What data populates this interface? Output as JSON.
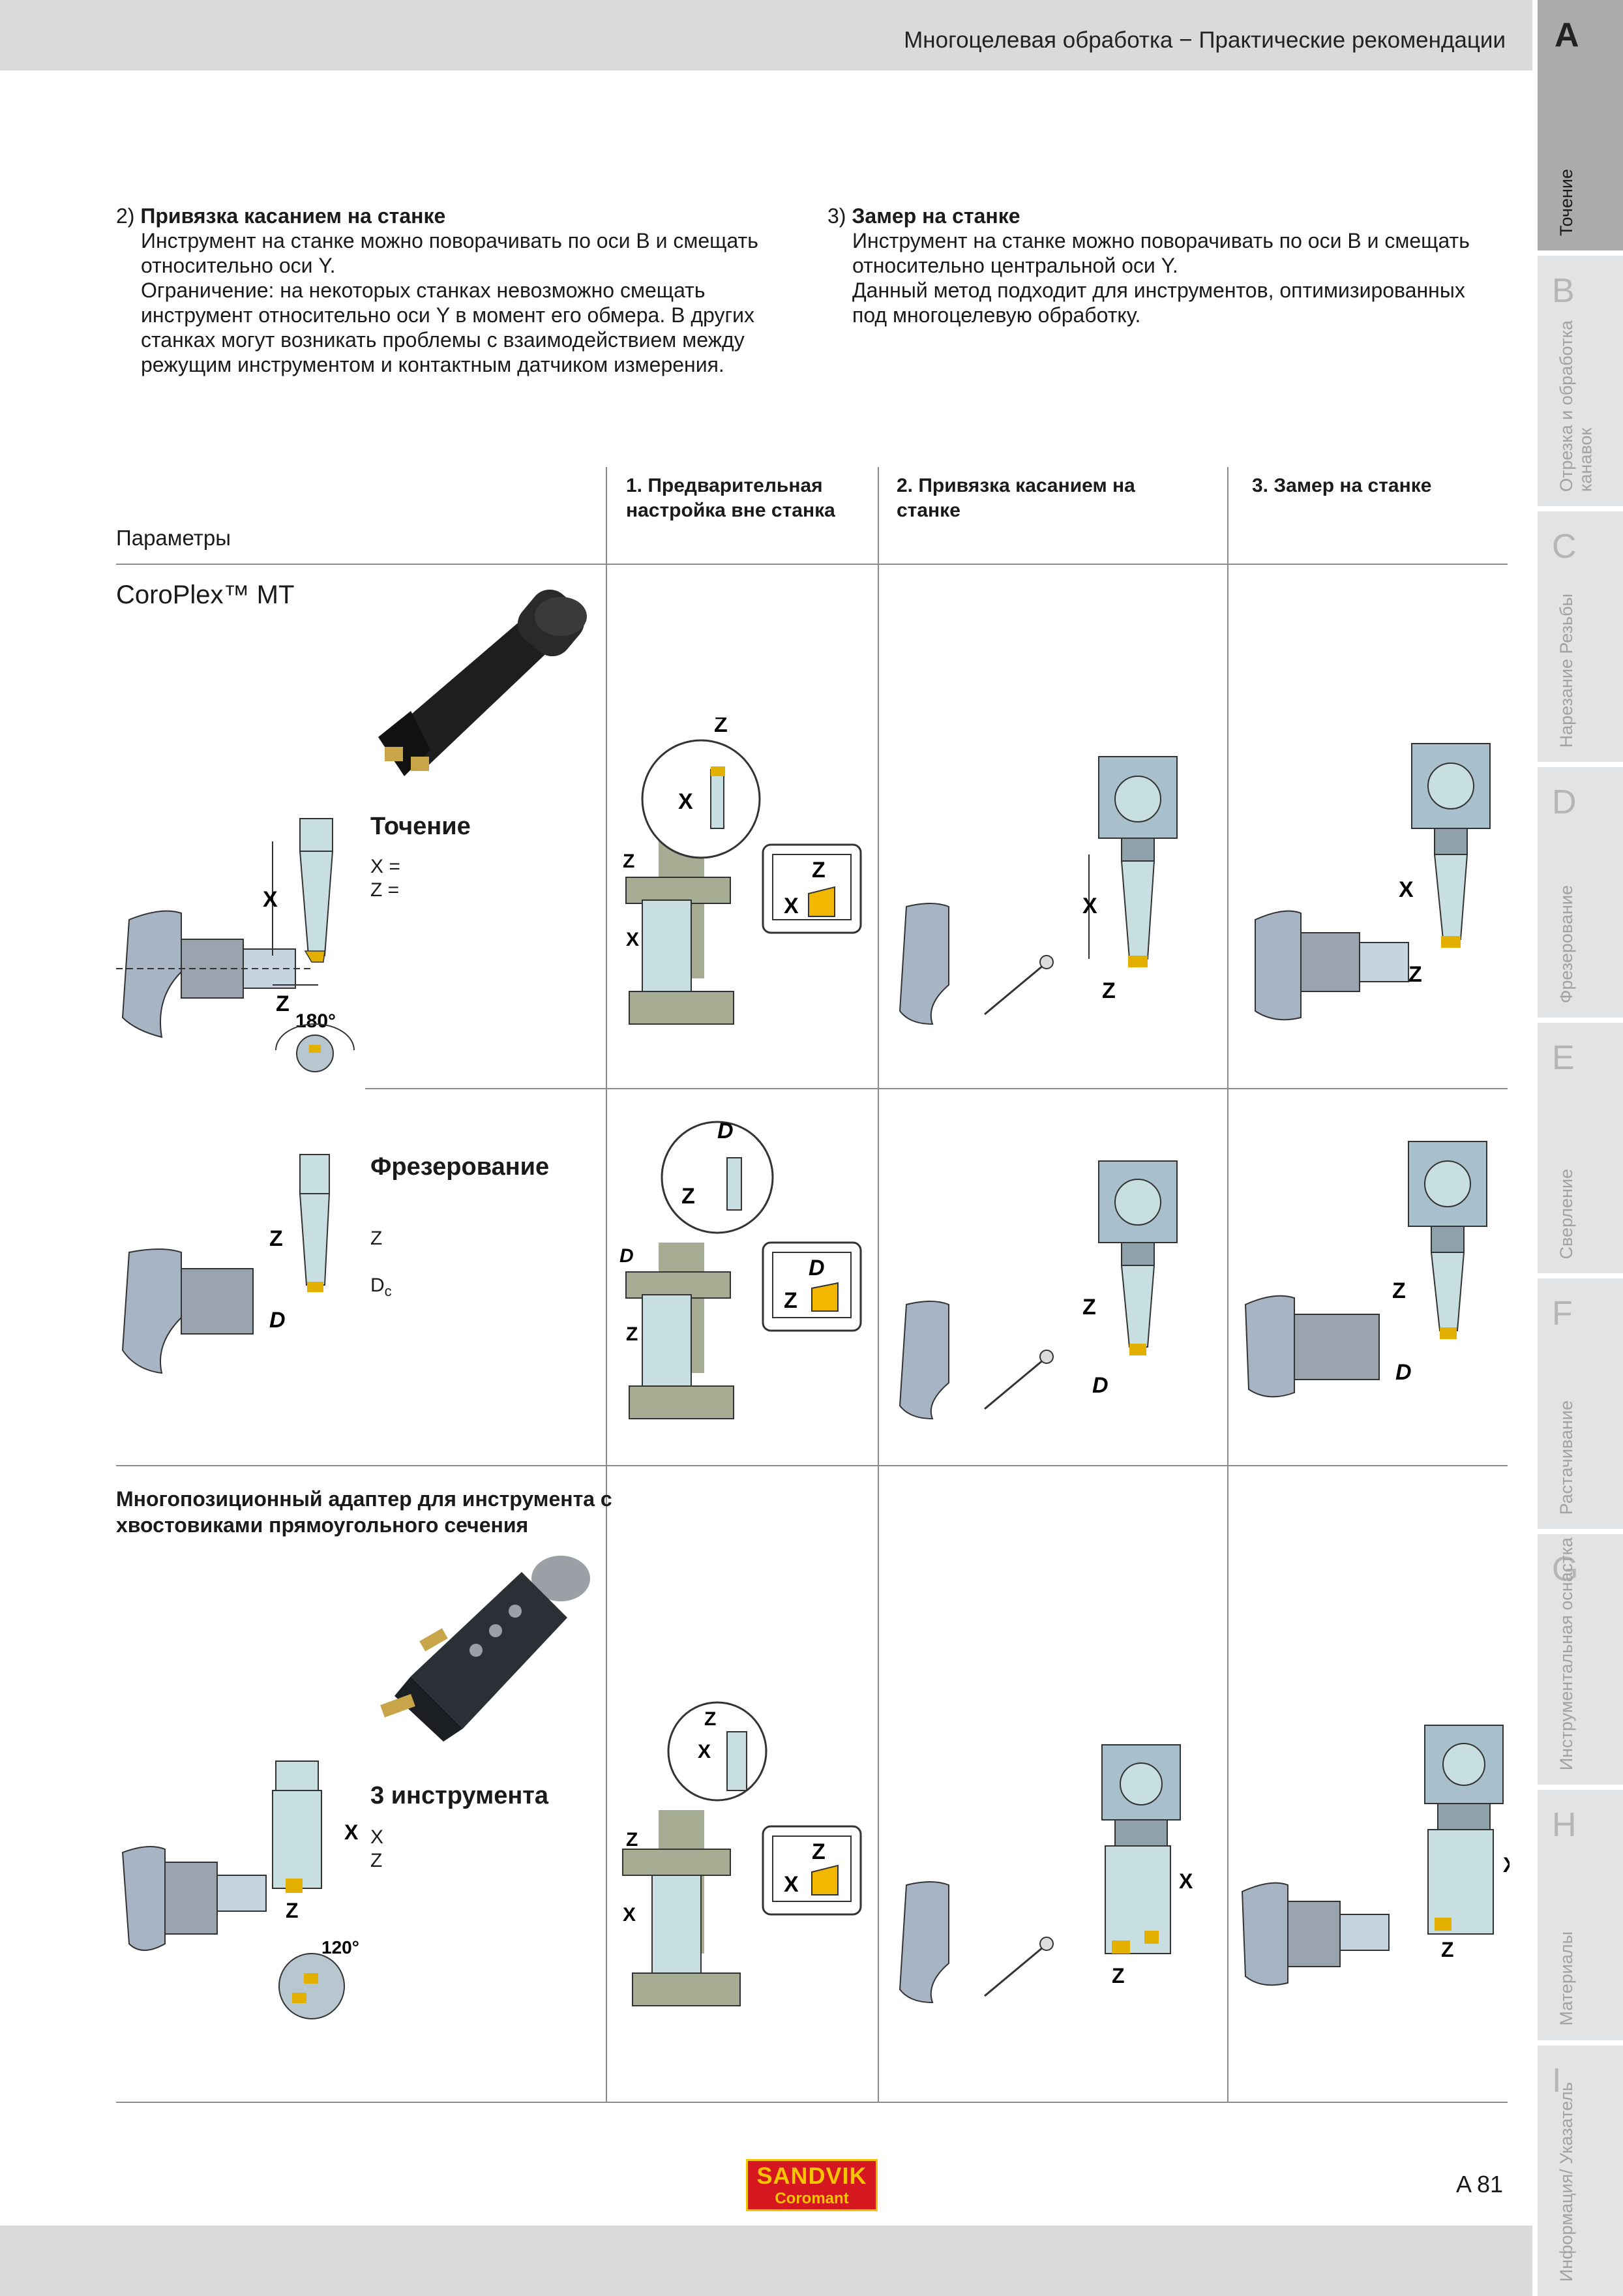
{
  "header": {
    "title": "Многоцелевая обработка − Практические рекомендации"
  },
  "sidebar": {
    "tabs": [
      {
        "letter": "A",
        "label": "Точение",
        "active": true
      },
      {
        "letter": "B",
        "label": "Отрезка и обработка канавок"
      },
      {
        "letter": "C",
        "label": "Нарезание Резьбы"
      },
      {
        "letter": "D",
        "label": "Фрезерование"
      },
      {
        "letter": "E",
        "label": "Сверление"
      },
      {
        "letter": "F",
        "label": "Растачивание"
      },
      {
        "letter": "G",
        "label": "Инструментальная оснастка"
      },
      {
        "letter": "H",
        "label": "Материалы"
      },
      {
        "letter": "I",
        "label": "Информация/ Указатель"
      }
    ]
  },
  "intro": {
    "left": {
      "heading_num": "2)",
      "heading": "Привязка касанием на станке",
      "body": "Инструмент на станке можно поворачивать по оси B и смещать\nотносительно оси Y.\nОграничение: на некоторых станках невозможно смещать\nинструмент относительно оси Y в момент его обмера. В других\nстанках могут возникать проблемы с взаимодействием между\nрежущим инструментом и контактным датчиком измерения."
    },
    "right": {
      "heading_num": "3)",
      "heading": "Замер на станке",
      "body": "Инструмент на станке можно поворачивать по оси B и смещать\nотносительно центральной оси Y.\nДанный метод подходит для инструментов, оптимизированных\nпод многоцелевую обработку."
    }
  },
  "table": {
    "params_label": "Параметры",
    "columns": [
      "1. Предварительная\n    настройка вне станка",
      "2. Привязка касанием на\n    станке",
      "3. Замер на станке"
    ],
    "rows": [
      {
        "title": "CoroPlex™ MT",
        "subtitle": "Точение",
        "params": "X =\nZ ="
      },
      {
        "subtitle": "Фрезерование",
        "params": "Z\nDc"
      },
      {
        "title": "Многопозиционный адаптер для инструмента с\nхвостовиками прямоугольного сечения",
        "subtitle": "3 инструмента",
        "params": "X\nZ"
      }
    ]
  },
  "diagram_labels": {
    "x": "X",
    "z": "Z",
    "dc": "D",
    "dc_sub": "c",
    "angle_180": "180°",
    "angle_120": "120°"
  },
  "footer": {
    "logo_top": "SANDVIK",
    "logo_bottom": "Coromant",
    "page_number": "A 81"
  },
  "colors": {
    "bar": "#d9dadb",
    "tab_active": "#a9abad",
    "tool_steel": "#a8c0cc",
    "tool_light": "#cde6e4",
    "insert_yellow": "#f2b800",
    "holder_olive": "#a6ad92",
    "logo_red": "#d5171f",
    "logo_yellow": "#f6c500"
  }
}
